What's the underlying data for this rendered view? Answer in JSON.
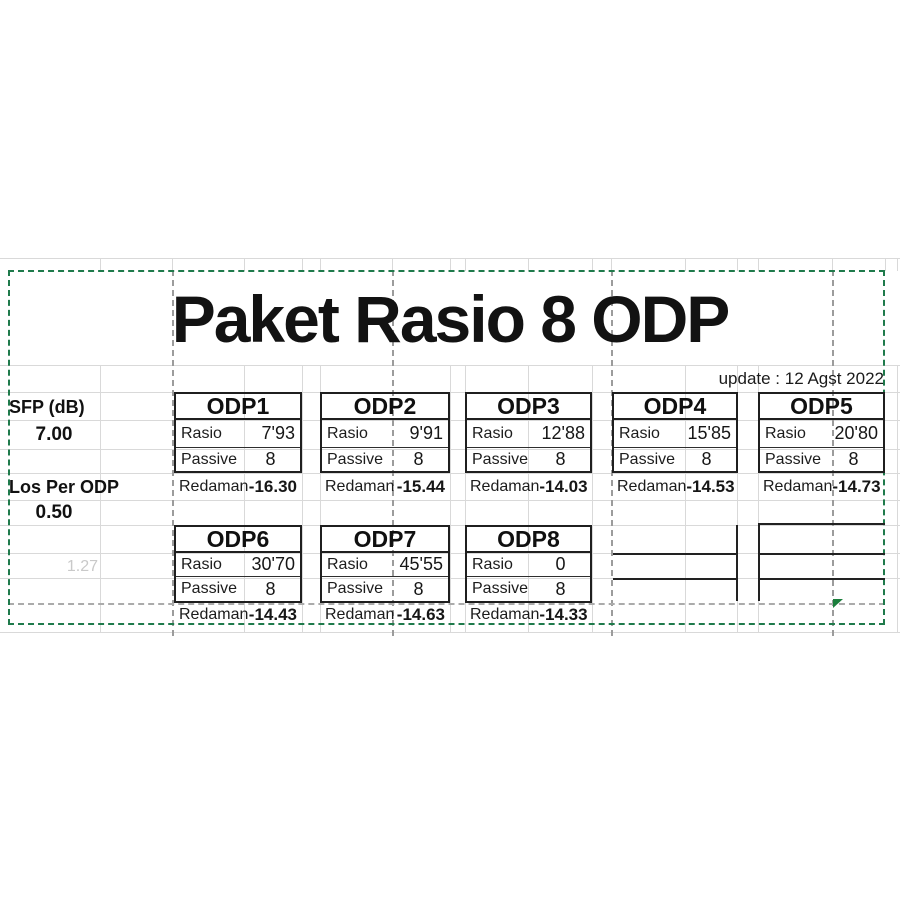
{
  "page": {
    "title": "Paket Rasio 8 ODP",
    "update_text": "update : 12 Agst 2022"
  },
  "left_panel": {
    "sfp_label": "SFP (dB)",
    "sfp_value": "7.00",
    "los_label": "Los Per ODP",
    "los_value": "0.50",
    "ghost_value": "1.27"
  },
  "labels": {
    "rasio": "Rasio",
    "passive": "Passive",
    "redaman": "Redaman"
  },
  "tables": [
    {
      "name": "ODP1",
      "rasio": "7'93",
      "passive": "8",
      "redaman": "-16.30"
    },
    {
      "name": "ODP2",
      "rasio": "9'91",
      "passive": "8",
      "redaman": "-15.44"
    },
    {
      "name": "ODP3",
      "rasio": "12'88",
      "passive": "8",
      "redaman": "-14.03"
    },
    {
      "name": "ODP4",
      "rasio": "15'85",
      "passive": "8",
      "redaman": "-14.53"
    },
    {
      "name": "ODP5",
      "rasio": "20'80",
      "passive": "8",
      "redaman": "-14.73"
    },
    {
      "name": "ODP6",
      "rasio": "30'70",
      "passive": "8",
      "redaman": "-14.43"
    },
    {
      "name": "ODP7",
      "rasio": "45'55",
      "passive": "8",
      "redaman": "-14.63"
    },
    {
      "name": "ODP8",
      "rasio": "0",
      "passive": "8",
      "redaman": "-14.33"
    }
  ],
  "colors": {
    "print_area_border": "#1f7a4b",
    "page_break_dash": "#9c9c9c",
    "gridline": "#d9d9d9",
    "table_border": "#1f1f1f",
    "ghost_text": "#c9c9c9",
    "cell_flag_green": "#1b7e3c"
  }
}
